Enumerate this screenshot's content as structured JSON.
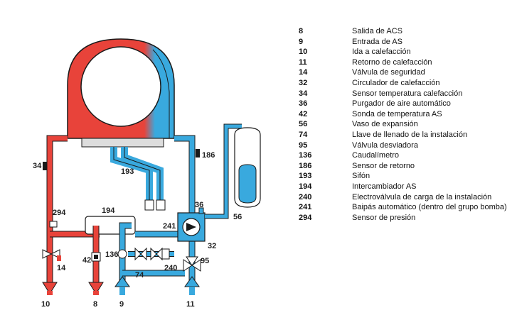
{
  "colors": {
    "hot": "#e8433a",
    "cold": "#39a9de",
    "outline": "#1a1a1a"
  },
  "diagram_labels": {
    "l8": "8",
    "l9": "9",
    "l10": "10",
    "l11": "11",
    "l14": "14",
    "l32": "32",
    "l34": "34",
    "l36": "36",
    "l42": "42",
    "l56": "56",
    "l74": "74",
    "l95": "95",
    "l136": "136",
    "l186": "186",
    "l193": "193",
    "l194": "194",
    "l240": "240",
    "l241": "241",
    "l294": "294"
  },
  "legend": [
    {
      "num": "8",
      "text": "Salida de ACS"
    },
    {
      "num": "9",
      "text": "Entrada de AS"
    },
    {
      "num": "10",
      "text": "Ida a calefacción"
    },
    {
      "num": "11",
      "text": "Retorno de calefacción"
    },
    {
      "num": "14",
      "text": "Válvula de seguridad"
    },
    {
      "num": "32",
      "text": "Circulador de calefacción"
    },
    {
      "num": "34",
      "text": "Sensor temperatura calefacción"
    },
    {
      "num": "36",
      "text": "Purgador de aire automático"
    },
    {
      "num": "42",
      "text": "Sonda de temperatura AS"
    },
    {
      "num": "56",
      "text": "Vaso de expansión"
    },
    {
      "num": "74",
      "text": "Llave de llenado de la instalación"
    },
    {
      "num": "95",
      "text": "Válvula desviadora"
    },
    {
      "num": "136",
      "text": "Caudalímetro"
    },
    {
      "num": "186",
      "text": "Sensor de retorno"
    },
    {
      "num": "193",
      "text": "Sifón"
    },
    {
      "num": "194",
      "text": "Intercambiador AS"
    },
    {
      "num": "240",
      "text": "Electroválvula de carga de la instalación"
    },
    {
      "num": "241",
      "text": "Baipás automático (dentro del grupo bomba)"
    },
    {
      "num": "294",
      "text": "Sensor de presión"
    }
  ]
}
